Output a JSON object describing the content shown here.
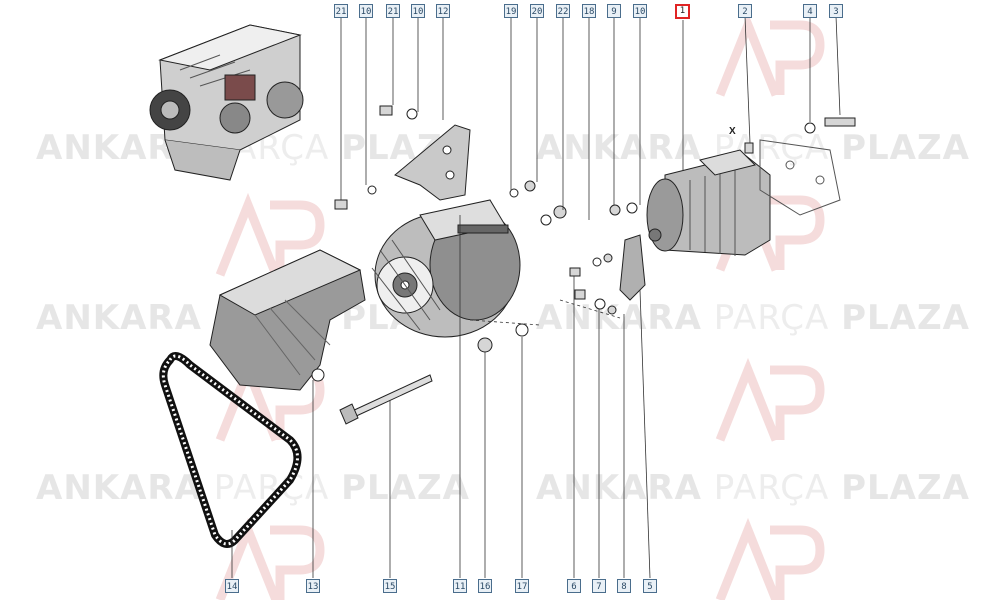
{
  "watermark": {
    "brand_strong_1": "ANKARA",
    "brand_light": "PARÇA",
    "brand_strong_2": "PLAZA",
    "logo_letters": "AP"
  },
  "diagram": {
    "marker_x": "X",
    "callouts_top": [
      "21",
      "10",
      "21",
      "10",
      "12",
      "19",
      "20",
      "22",
      "18",
      "9",
      "10",
      "1",
      "2",
      "4",
      "3"
    ],
    "callouts_bottom": [
      "14",
      "13",
      "15",
      "11",
      "16",
      "17",
      "6",
      "7",
      "8",
      "5"
    ],
    "highlighted_callout": "1"
  }
}
